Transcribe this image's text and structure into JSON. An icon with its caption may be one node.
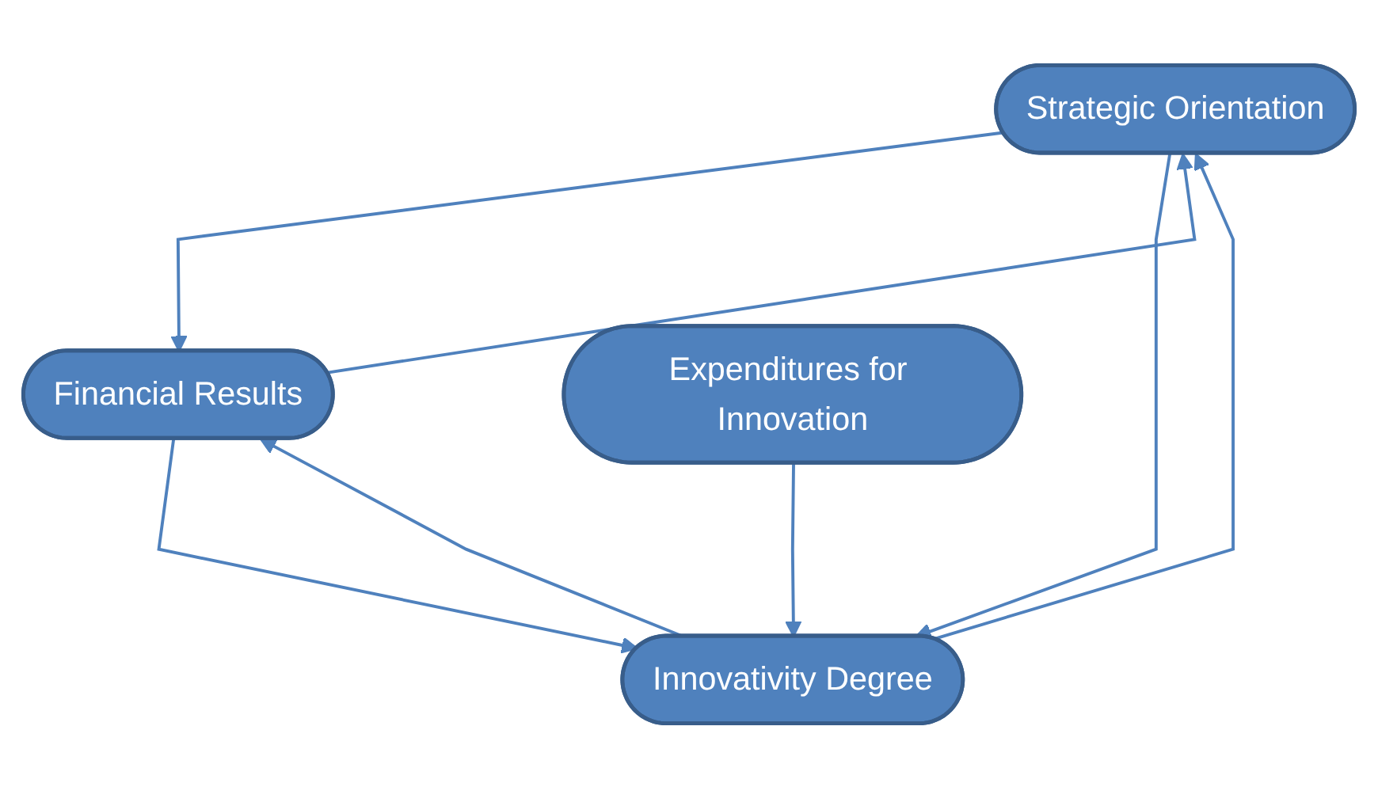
{
  "diagram": {
    "nodes": [
      {
        "text": [
          "Strategic Orientation"
        ]
      },
      {
        "text": [
          "Financial Results"
        ]
      },
      {
        "text": [
          "Innovativity Degree"
        ]
      },
      {
        "text": [
          "Expenditures for Innovation"
        ]
      }
    ],
    "edges": [
      {
        "from": 0,
        "to": 1,
        "arrow": "to"
      },
      {
        "from": 1,
        "to": 0,
        "arrow": "to"
      },
      {
        "from": 0,
        "to": 2,
        "arrow": "to"
      },
      {
        "from": 2,
        "to": 0,
        "arrow": "to"
      },
      {
        "from": 1,
        "to": 2,
        "arrow": "to"
      },
      {
        "from": 2,
        "to": 1,
        "arrow": "to"
      },
      {
        "from": 3,
        "to": 2,
        "arrow": "to"
      }
    ]
  }
}
